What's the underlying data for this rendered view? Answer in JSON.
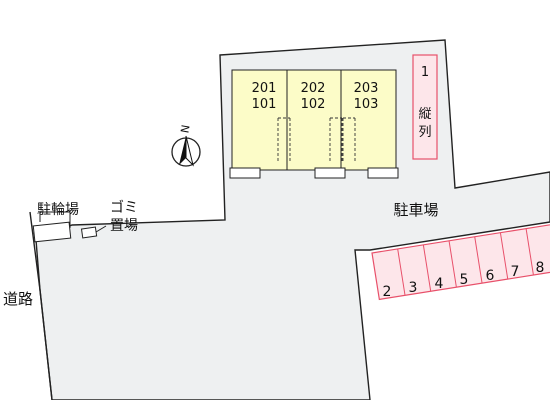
{
  "map": {
    "north": "N",
    "road": "道路",
    "parking": "駐車場",
    "bike_parking": "駐輪場",
    "garbage_line1": "ゴミ",
    "garbage_line2": "置場",
    "units": [
      {
        "upper": "201",
        "lower": "101"
      },
      {
        "upper": "202",
        "lower": "102"
      },
      {
        "upper": "203",
        "lower": "103"
      }
    ],
    "tandem_space": {
      "number": "1",
      "label_line1": "縦",
      "label_line2": "列"
    },
    "spaces": [
      "2",
      "3",
      "4",
      "5",
      "6",
      "7",
      "8"
    ]
  },
  "colors": {
    "lot": "#eef0f1",
    "building": "#fcfcc8",
    "space_fill": "#fde6ea",
    "space_stroke": "#e8506a",
    "outline": "#222222"
  }
}
